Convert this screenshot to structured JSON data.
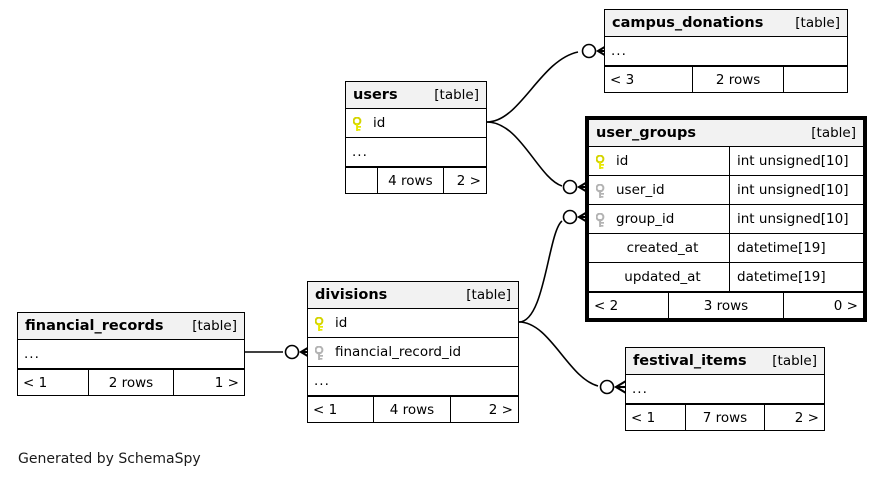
{
  "diagram": {
    "credit": "Generated by SchemaSpy",
    "table_tag": "[table]",
    "ellipsis": "...",
    "pk_icon": "yellow-key-icon",
    "fk_icon": "gray-key-icon",
    "colors": {
      "pk_key": "#e8e800",
      "fk_key": "#b3b3b3",
      "header_bg": "#f2f2f2",
      "border": "#000000",
      "background": "#ffffff"
    }
  },
  "tables": {
    "campus_donations": {
      "name": "campus_donations",
      "tag": "[table]",
      "rows": [
        {
          "name": "...",
          "type": "",
          "key": "none",
          "ellipsis": true
        }
      ],
      "footer": {
        "left": "< 3",
        "mid": "2 rows",
        "right": ""
      }
    },
    "users": {
      "name": "users",
      "tag": "[table]",
      "rows": [
        {
          "name": "id",
          "type": "",
          "key": "pk",
          "ellipsis": false
        },
        {
          "name": "...",
          "type": "",
          "key": "none",
          "ellipsis": true
        }
      ],
      "footer": {
        "left": "",
        "mid": "4 rows",
        "right": "2 >"
      }
    },
    "user_groups": {
      "name": "user_groups",
      "tag": "[table]",
      "emphasis": true,
      "rows": [
        {
          "name": "id",
          "type": "int unsigned[10]",
          "key": "pk",
          "ellipsis": false
        },
        {
          "name": "user_id",
          "type": "int unsigned[10]",
          "key": "fk",
          "ellipsis": false
        },
        {
          "name": "group_id",
          "type": "int unsigned[10]",
          "key": "fk",
          "ellipsis": false
        },
        {
          "name": "created_at",
          "type": "datetime[19]",
          "key": "none",
          "ellipsis": false
        },
        {
          "name": "updated_at",
          "type": "datetime[19]",
          "key": "none",
          "ellipsis": false
        }
      ],
      "footer": {
        "left": "< 2",
        "mid": "3 rows",
        "right": "0 >"
      }
    },
    "divisions": {
      "name": "divisions",
      "tag": "[table]",
      "rows": [
        {
          "name": "id",
          "type": "",
          "key": "pk",
          "ellipsis": false
        },
        {
          "name": "financial_record_id",
          "type": "",
          "key": "fk",
          "ellipsis": false
        },
        {
          "name": "...",
          "type": "",
          "key": "none",
          "ellipsis": true
        }
      ],
      "footer": {
        "left": "< 1",
        "mid": "4 rows",
        "right": "2 >"
      }
    },
    "financial_records": {
      "name": "financial_records",
      "tag": "[table]",
      "rows": [
        {
          "name": "...",
          "type": "",
          "key": "none",
          "ellipsis": true
        }
      ],
      "footer": {
        "left": "< 1",
        "mid": "2 rows",
        "right": "1 >"
      }
    },
    "festival_items": {
      "name": "festival_items",
      "tag": "[table]",
      "rows": [
        {
          "name": "...",
          "type": "",
          "key": "none",
          "ellipsis": true
        }
      ],
      "footer": {
        "left": "< 1",
        "mid": "7 rows",
        "right": "2 >"
      }
    }
  },
  "relationships": [
    {
      "from": "users.id",
      "to": "campus_donations"
    },
    {
      "from": "users.id",
      "to": "user_groups.user_id"
    },
    {
      "from": "divisions.id",
      "to": "user_groups.group_id"
    },
    {
      "from": "divisions.id",
      "to": "festival_items"
    },
    {
      "from": "financial_records",
      "to": "divisions.financial_record_id"
    }
  ]
}
